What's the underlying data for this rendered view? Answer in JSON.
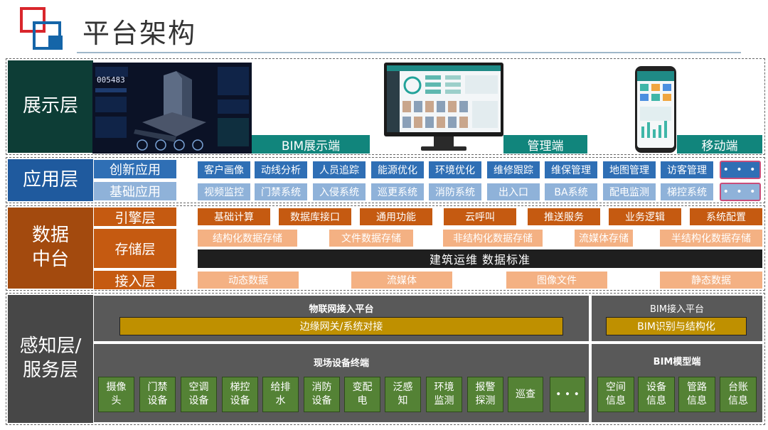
{
  "page": {
    "title": "平台架构"
  },
  "display_layer": {
    "label": "展示层",
    "ends": [
      "BIM展示端",
      "管理端",
      "移动端"
    ],
    "bim_counter": "005483"
  },
  "app_layer": {
    "label": "应用层",
    "innovative": {
      "label": "创新应用",
      "items": [
        "客户画像",
        "动线分析",
        "人员追踪",
        "能源优化",
        "环境优化",
        "维修跟踪",
        "维保管理",
        "地图管理",
        "访客管理"
      ]
    },
    "basic": {
      "label": "基础应用",
      "items": [
        "视频监控",
        "门禁系统",
        "入侵系统",
        "巡更系统",
        "消防系统",
        "出入口",
        "BA系统",
        "配电监测",
        "梯控系统"
      ]
    },
    "more": "• • •"
  },
  "data_layer": {
    "label": "数据\n中台",
    "engine": {
      "label": "引擎层",
      "items": [
        "基础计算",
        "数据库接口",
        "通用功能",
        "云呼叫",
        "推送服务",
        "业务逻辑",
        "系统配置"
      ]
    },
    "storage": {
      "label": "存储层",
      "items": [
        "结构化数据存储",
        "文件数据存储",
        "非结构化数据存储",
        "流媒体存储",
        "半结构化数据存储"
      ],
      "standard": "建筑运维 数据标准"
    },
    "access": {
      "label": "接入层",
      "items": [
        "动态数据",
        "流媒体",
        "图像文件",
        "静态数据"
      ]
    }
  },
  "sensing_layer": {
    "label": "感知层/\n服务层",
    "iot": {
      "title": "物联网接入平台",
      "bar": "边缘网关/系统对接"
    },
    "bim_access": {
      "title": "BIM接入平台",
      "bar": "BIM识别与结构化"
    },
    "field": {
      "title": "现场设备终端",
      "items": [
        "摄像\n头",
        "门禁\n设备",
        "空调\n设备",
        "梯控\n设备",
        "给排\n水",
        "消防\n设备",
        "变配\n电",
        "泛感\n知",
        "环境\n监测",
        "报警\n探测",
        "巡查",
        "• • •"
      ]
    },
    "bim_model": {
      "title": "BIM模型端",
      "items": [
        "空间\n信息",
        "设备\n信息",
        "管路\n信息",
        "台账\n信息"
      ]
    }
  },
  "colors": {
    "display": "#0d3d36",
    "app": "#1f5a9e",
    "data": "#a34a0e",
    "sensing": "#474747",
    "teal": "#11857c"
  }
}
